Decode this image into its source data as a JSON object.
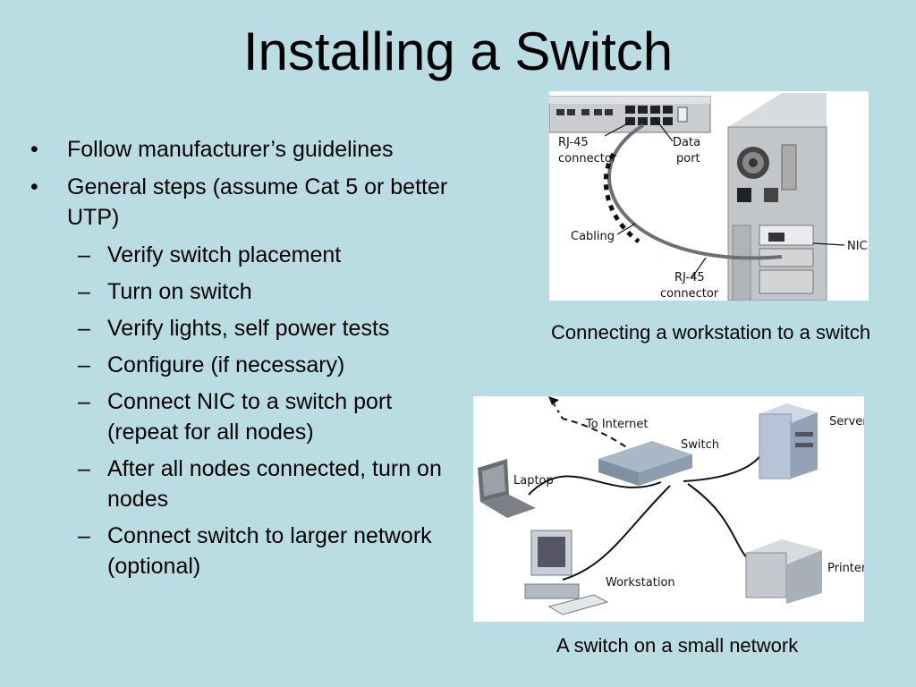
{
  "title": "Installing a Switch",
  "bullets": {
    "b1": "Follow manufacturer’s guidelines",
    "b2": "General steps (assume Cat 5 or better UTP)",
    "s1": "Verify switch placement",
    "s2": "Turn on switch",
    "s3": "Verify lights, self power tests",
    "s4": "Configure (if necessary)",
    "s5": "Connect NIC to a switch port (repeat for all nodes)",
    "s6": "After all nodes connected, turn on nodes",
    "s7": "Connect switch to larger network (optional)"
  },
  "figure1": {
    "labels": {
      "rj45_top_1": "RJ-45",
      "rj45_top_2": "connector",
      "data_port_1": "Data",
      "data_port_2": "port",
      "cabling": "Cabling",
      "nic": "NIC",
      "rj45_bottom_1": "RJ-45",
      "rj45_bottom_2": "connector"
    },
    "caption": "Connecting a workstation to a switch"
  },
  "figure2": {
    "labels": {
      "to_internet": "To Internet",
      "switch": "Switch",
      "server": "Server",
      "laptop": "Laptop",
      "workstation": "Workstation",
      "printer": "Printer"
    },
    "caption": "A switch on a small network"
  }
}
